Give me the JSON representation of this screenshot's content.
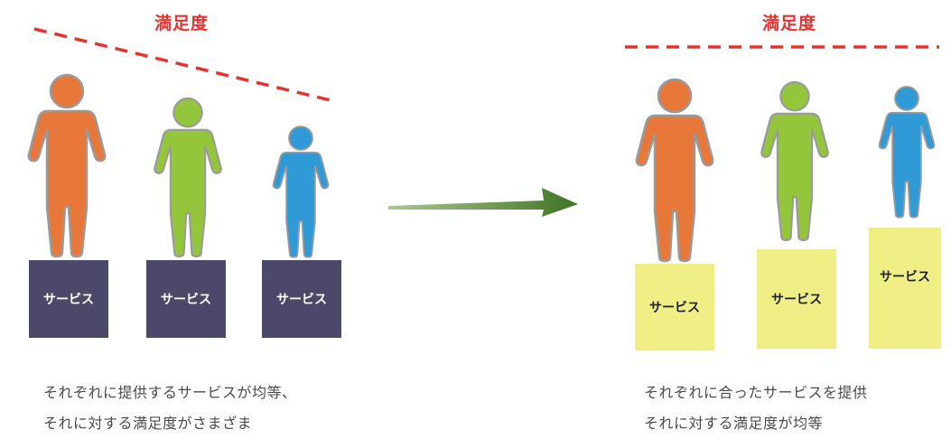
{
  "left": {
    "satisfaction_label": "満足度",
    "service_boxes": [
      "サービス",
      "サービス",
      "サービス"
    ],
    "caption_line1": "それぞれに提供するサービスが均等、",
    "caption_line2": "それに対する満足度がさまざま"
  },
  "right": {
    "satisfaction_label": "満足度",
    "service_boxes": [
      "サービス",
      "サービス",
      "サービス"
    ],
    "caption_line1": "それぞれに合ったサービスを提供",
    "caption_line2": "それに対する満足度が均等"
  },
  "colors": {
    "satisfaction_line": "#e8322e",
    "person_large": "#e8773a",
    "person_medium": "#94c63c",
    "person_small": "#2f9ad6",
    "service_equal_box": "#4b4869",
    "service_fitted_box": "#efef86",
    "arrow": "#4a7a2c"
  },
  "icons": [
    "person-icon",
    "arrow-right-icon"
  ]
}
